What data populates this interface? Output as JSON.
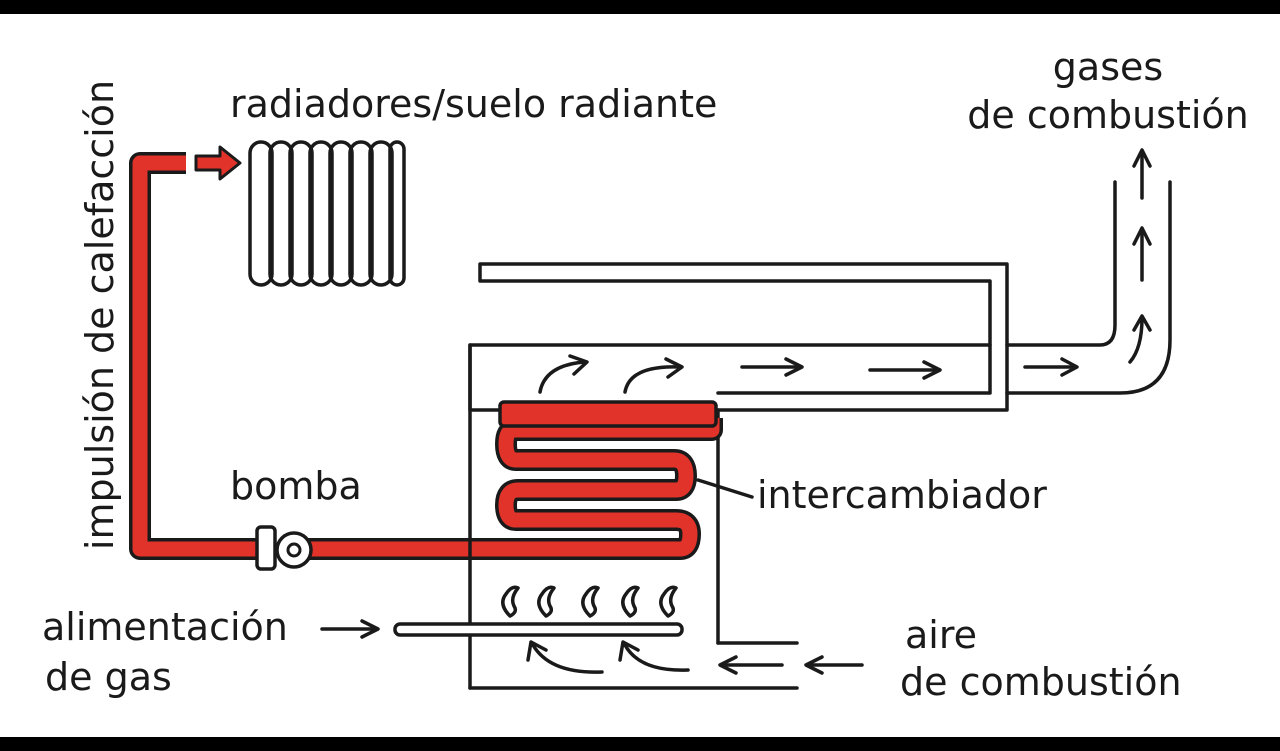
{
  "labels": {
    "radiadores": "radiadores/suelo radiante",
    "gases_line1": "gases",
    "gases_line2": "de combustión",
    "impulsion": "impulsión de calefacción",
    "bomba": "bomba",
    "intercambiador": "intercambiador",
    "alimentacion_line1": "alimentación",
    "alimentacion_line2": "de gas",
    "aire_line1": "aire",
    "aire_line2": "de combustión"
  },
  "colors": {
    "hot_water": "#e2332b",
    "ink": "#1a1a1a",
    "background": "#ffffff",
    "border": "#000000"
  }
}
